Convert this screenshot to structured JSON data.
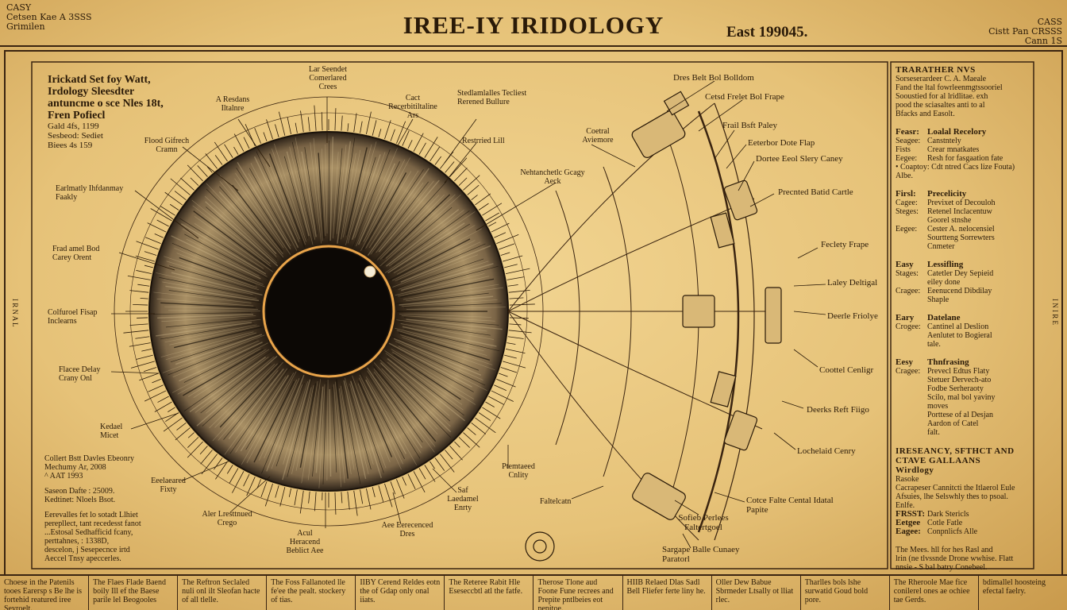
{
  "header": {
    "title": "IREE-IY IRIDOLOGY",
    "date": "East 199045.",
    "top_left_lines": [
      "CASY",
      "Cetsen Kae A 3SSS",
      "Grimilen"
    ],
    "top_right_lines": [
      "CASS",
      "Cistt Pan CRSSS",
      "Cann 1S"
    ]
  },
  "top_left_note": {
    "heading_lines": [
      "Irickatd Set foy Watt,",
      "Irdology Sleesdter",
      "antuncme o sce Nles 18t,",
      "Fren Pofiecl"
    ],
    "sub_lines": [
      "Gald 4fs, 1199",
      "Sesbeod: Sediet",
      "Biees 4s 159"
    ]
  },
  "labels_left": [
    "Flood Gifrech Cramn",
    "Earlmatly Ihfdanmay Faakly",
    "Frad amel Bod Carey Orent",
    "Colfuroel Fisap Inclearns",
    "Flacee Delay Crany Onl",
    "Kedael Micet",
    "Collert Bstt Davles Ebeonry",
    "Mechumy Ar, 2008",
    "^ AAT 1993",
    "Saseon Dafte : 25009.",
    "Kedtinet: Nloels Bsot.",
    "Eerevalles fet lo sotadt Llhiet",
    "perepllect, tant recedesst fanot",
    "...Estosal Sedhafficid fcany,",
    "perttahnes, : 1338D,",
    "descelon, j Sesepecnce irtd",
    "Aeccel Tnsy apeccerles."
  ],
  "labels_top": [
    "A Resdans Iltalnre",
    "Lar Seendet Comerlared Crees",
    "Cact Recerbitiltaline Ars",
    "Stedlamlalles Tecliest Rerened Bullure",
    "Restrried Lill",
    "Coetral Aviemore",
    "Nehtanchetlc Gcagy Aeck"
  ],
  "labels_bottom": [
    "Eeelaeared Fixty",
    "Aler Lresttnued Crego",
    "Acul Heracend Beblict Aee",
    "Aee Eerecenced Dres",
    "Saf Laedamel Enrty",
    "Ptemtaeed Cnlity",
    "Faltelcatn"
  ],
  "labels_right": [
    "Dres Belt Bol Bolldom",
    "Cetsd Frelet Bol Frape",
    "Frail Bsft Paley",
    "Eeterbor Dote Flap",
    "Dortee Eeol Slery Caney",
    "Precnted Batid Cartle",
    "Feclety Frape",
    "Laley Deltigal",
    "Deerle Friolye",
    "Coottel Cenligr",
    "Deerks Reft Fiigo",
    "Lochelaid Cenry",
    "Cotce Falte Cental Idatal Papite",
    "Sofieb Perlees Faltertgoel",
    "Sargape Balle Cunaey Paratorl"
  ],
  "sidebar": {
    "title": "TRARATHER NVS",
    "intro_lines": [
      "Sorseserardeer C. A. Maeale",
      "Fand the ltal fowrleenmgtssooriel",
      "Sooustied for al lridlitae. exh",
      "pood the sciasaltes anti to al",
      "Bfacks and Easolt."
    ],
    "groups": [
      {
        "key": "Feasr:",
        "title": "Loalal Recelory",
        "rows": [
          [
            "Seagee:",
            "Canstntely"
          ],
          [
            "Fists",
            "Crear mnatkates"
          ],
          [
            "Eegee:",
            "Resh for fasgaation fate"
          ]
        ],
        "note": "Coaptoy: Cdt ntred Cacs lize Fouta) Albe."
      },
      {
        "key": "Firsl:",
        "title": "Precelicity",
        "rows": [
          [
            "Cagee:",
            "Previxet of Decouloh"
          ],
          [
            "Steges:",
            "Retenel Inclacentuw"
          ],
          [
            "",
            "Goorel stnshe"
          ],
          [
            "Eegee:",
            "Cester A. nelocensiel"
          ],
          [
            "",
            "Sourtteng Sorrewters"
          ],
          [
            "",
            "Cnmeter"
          ]
        ]
      },
      {
        "key": "Easy",
        "title": "Lessifling",
        "rows": [
          [
            "Stages:",
            "Catetler Dey Sepieid"
          ],
          [
            "",
            "eiley done"
          ],
          [
            "Cragee:",
            "Eeenucend Dibdilay"
          ],
          [
            "",
            "Shaple"
          ]
        ]
      },
      {
        "key": "Eary",
        "title": "Datelane",
        "rows": [
          [
            "Crogee:",
            "Cantinel al Deslion"
          ],
          [
            "",
            "Aenlutet to Bogieral"
          ],
          [
            "",
            "tale."
          ]
        ]
      },
      {
        "key": "Eesy",
        "title": "Thnfrasing",
        "rows": [
          [
            "Cragee:",
            "Prevecl Edtus Flaty"
          ],
          [
            "",
            "Stetuer Dervech-ato"
          ],
          [
            "",
            "Fodbe Serheraoty"
          ],
          [
            "",
            "Scilo, mal bol yaviny"
          ],
          [
            "",
            "moves"
          ],
          [
            "",
            "Porttese of al Desjan"
          ],
          [
            "",
            "Aardon of Catel"
          ],
          [
            "",
            "falt."
          ]
        ]
      }
    ],
    "section2_title_lines": [
      "IRESEANCY, SFTHCT AND",
      "CTAVE GALLAANS",
      "Wirdlogy"
    ],
    "section2_lines": [
      "Rasoke",
      "Cacrapeser Cannitcti the Itlaerol Eule",
      "Afsuies, lhe Selswhly thes to psoal.",
      "Enlfe."
    ],
    "section2_rows": [
      [
        "FRSST:",
        "Dark Stericls"
      ],
      [
        "Eetgee",
        "Cotle Fatle"
      ],
      [
        "Eagee:",
        "Conpnlicfs Alle"
      ]
    ],
    "section2_tail": [
      "The Mees. hll for hes Rasl and",
      "lrin (ne tlvssnde Drone wwhise. Flatt",
      "nnsie - S bal batry Conebeel."
    ]
  },
  "footer": [
    "Choese in the Patenils tooes Earersp s Be lhe is fortehid reatured iree Seyroelt.",
    "The Flaes Flade Baend boily Ill ef the Baese parile lel Beogooles",
    "The Reftron Seclaled nuli onl ilt Sleofan hacte of all tlelle.",
    "The Foss Fallanoted lle fe'ee the pealt. stockery of tias.",
    "IIBY Cerend Reldes eotn the of Gdap only onal iiats.",
    "The Reteree Rabit Hle Eseseccbtl atl the fatfe.",
    "Therose Tlone aud Foone Fune recrees and Prepite pntlbeies eot nepitoe.",
    "HIIB Relaed Dlas Sadl Bell Fliefer ferte liny he.",
    "Oller Dew Babue Sbrmeder Ltsally ot lliat rlec.",
    "Tharlles bols lshe surwatid Goud bold pore.",
    "The Rheroole Mae fice conilerel ones ae ochiee tae Gerds.",
    "bdimallel hoosteing efectal faelry."
  ],
  "side_tabs": {
    "left": "I R N A L",
    "right": "I N I R E"
  },
  "colors": {
    "paper": "#ecc982",
    "ink": "#2a1a08",
    "iris_dark": "#2c2218",
    "iris_light": "#c6ad7c",
    "pupil_ring": "#e9a44a"
  }
}
